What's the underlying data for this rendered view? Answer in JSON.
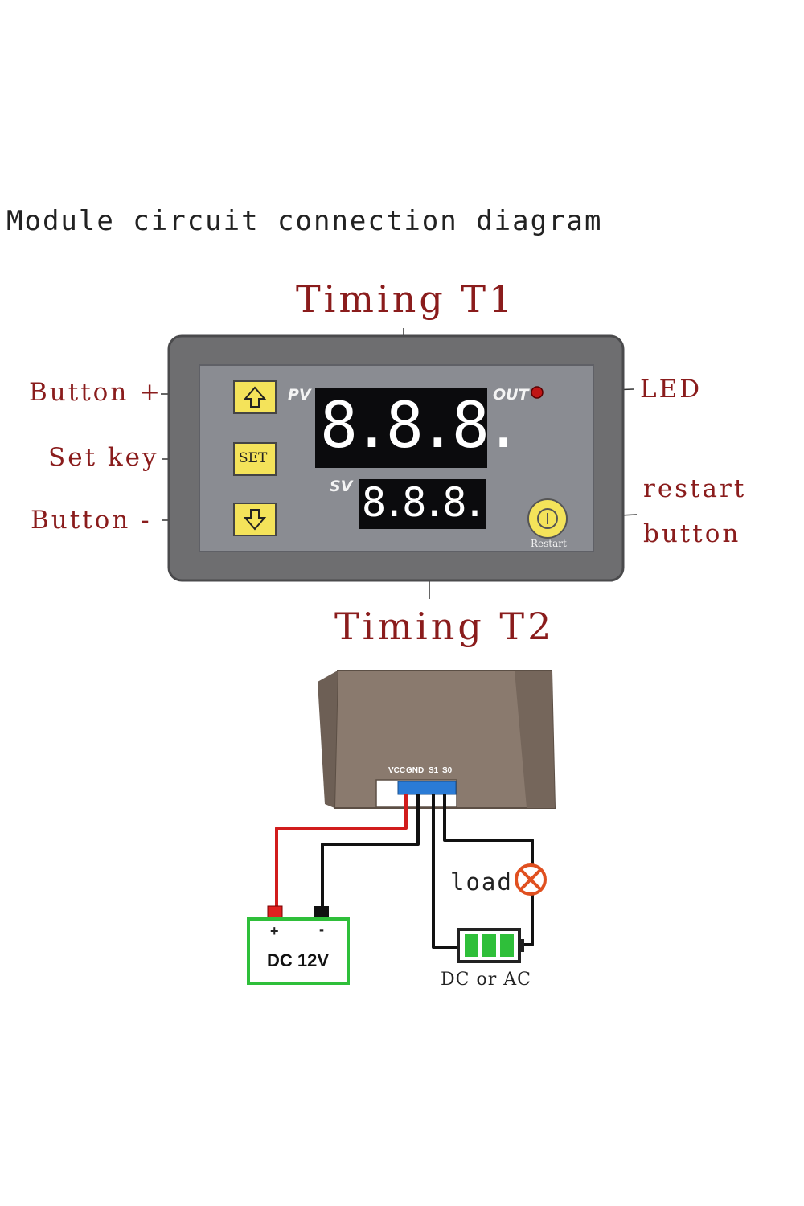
{
  "title": "Module circuit connection diagram",
  "labels": {
    "timing_t1": "Timing T1",
    "timing_t2": "Timing T2",
    "button_plus": "Button +",
    "set_key": "Set key",
    "button_minus": "Button -",
    "led": "LED",
    "restart_line1": "restart",
    "restart_line2": "button"
  },
  "panel": {
    "pv": "PV",
    "sv": "SV",
    "out": "OUT",
    "set": "SET",
    "restart": "Restart",
    "pv_digits": "8.8.8.",
    "sv_digits": "8.8.8."
  },
  "terminals": {
    "vcc": "VCC",
    "gnd": "GND",
    "s1": "S1",
    "s0": "S0"
  },
  "wiring": {
    "load": "load",
    "supply_plus": "+",
    "supply_minus": "-",
    "supply": "DC 12V",
    "source": "DC or AC"
  },
  "colors": {
    "label_red": "#8a1c1c",
    "wire_red": "#d11c1c",
    "wire_black": "#111111",
    "battery_green": "#2fbf3a",
    "button_yellow": "#f4e35a",
    "led_red": "#c01515",
    "housing_brown": "#8a7a6e",
    "bezel_gray": "#6e6e70",
    "face_gray": "#8a8c92",
    "segment_white": "#ffffff"
  }
}
